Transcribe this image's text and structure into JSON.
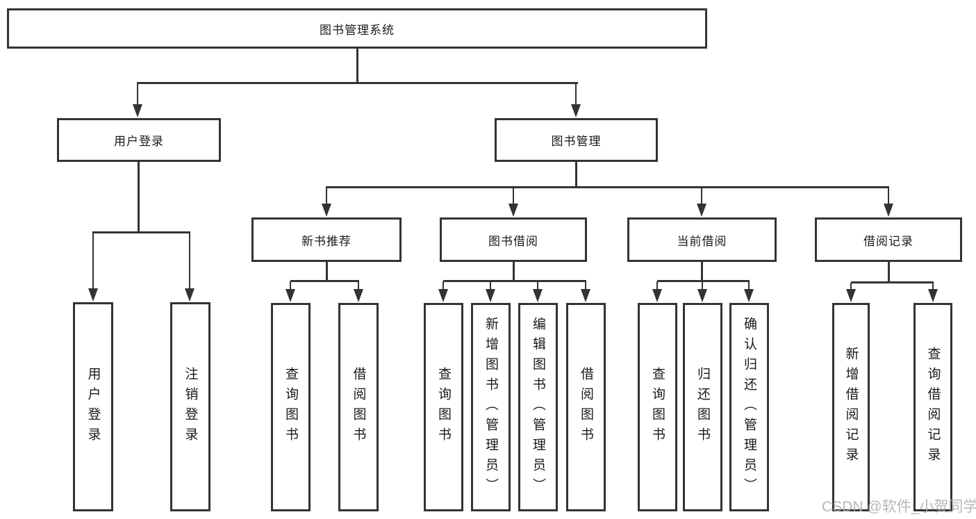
{
  "tree": {
    "root": {
      "label": "图书管理系统"
    },
    "level2": [
      {
        "label": "用户登录"
      },
      {
        "label": "图书管理"
      }
    ],
    "level3": [
      {
        "label": "新书推荐"
      },
      {
        "label": "图书借阅"
      },
      {
        "label": "当前借阅"
      },
      {
        "label": "借阅记录"
      }
    ],
    "leaves": {
      "user": [
        "用户登录",
        "注销登录"
      ],
      "new_book": [
        "查询图书",
        "借阅图书"
      ],
      "borrow": [
        "查询图书",
        "新增图书（管理员）",
        "编辑图书（管理员）",
        "借阅图书"
      ],
      "current": [
        "查询图书",
        "归还图书",
        "确认归还（管理员）"
      ],
      "records": [
        "新增借阅记录",
        "查询借阅记录"
      ]
    }
  },
  "watermark": {
    "text": "CSDN @软件_小贺同学"
  },
  "colors": {
    "line": "#333333",
    "text": "#1a1a1a",
    "background": "#ffffff",
    "watermark": "#aaaaaa"
  }
}
